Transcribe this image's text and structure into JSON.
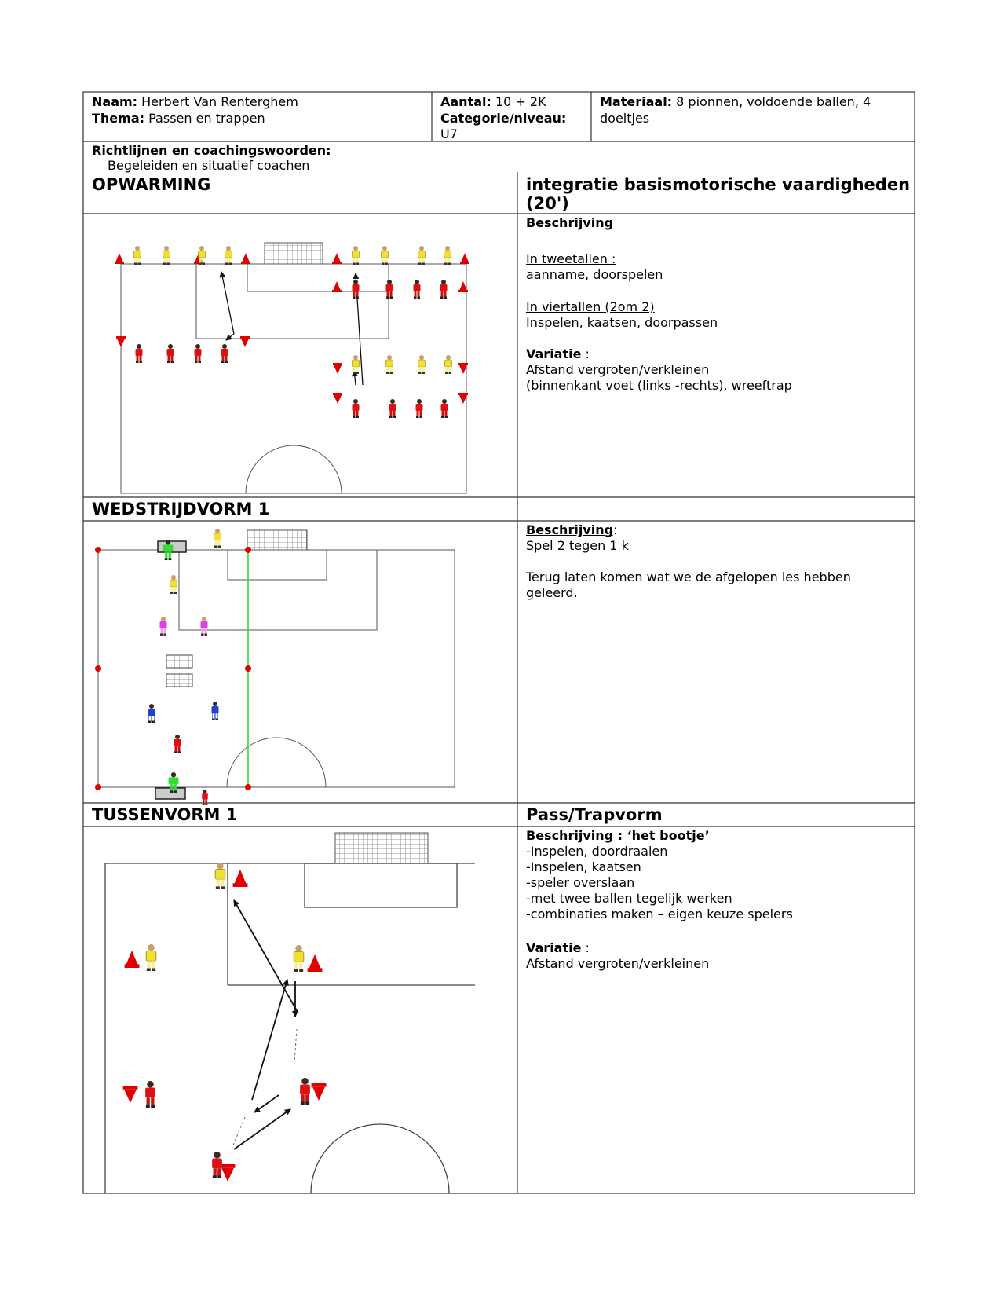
{
  "header": {
    "naam_label": "Naam:",
    "naam_value": " Herbert Van Renterghem",
    "thema_label": "Thema:",
    "thema_value": " Passen en trappen",
    "aantal_label": "Aantal:",
    "aantal_value": " 10 + 2K",
    "categorie_label": "Categorie/niveau:",
    "categorie_value": "U7",
    "materiaal_label": "Materiaal:",
    "materiaal_value": " 8 pionnen, voldoende ballen, 4",
    "materiaal_value2": "doeltjes",
    "richtlijnen_label": "Richtlijnen en coachingswoorden:",
    "richtlijnen_value": "Begeleiden en situatief coachen"
  },
  "sections": {
    "opwarming": {
      "title": "OPWARMING",
      "right_title": "integratie basismotorische vaardigheden (20')",
      "desc_heading": "Beschrijving",
      "group1_heading": "In tweetallen :",
      "group1_text": "aanname, doorspelen",
      "group2_heading": "In viertallen (2om 2)",
      "group2_text": "Inspelen, kaatsen, doorpassen",
      "variatie_label": "Variatie",
      "variatie_colon": " :",
      "variatie_line1": "Afstand vergroten/verkleinen",
      "variatie_line2": "(binnenkant voet (links -rechts), wreeftrap"
    },
    "wedstrijdvorm": {
      "title": "WEDSTRIJDVORM 1",
      "right_title": "",
      "desc_heading": "Beschrijving",
      "desc_colon": ":",
      "line1": "Spel 2 tegen 1 k",
      "line2": "Terug laten komen wat we de afgelopen les hebben",
      "line3": "geleerd."
    },
    "tussenvorm": {
      "title": "TUSSENVORM 1",
      "right_title": "Pass/Trapvorm",
      "desc_heading": "Beschrijving : ‘het bootje’",
      "items": [
        "-Inspelen, doordraaien",
        "-Inspelen, kaatsen",
        "-speler overslaan",
        "-met twee ballen tegelijk werken",
        "-combinaties maken – eigen keuze spelers"
      ],
      "variatie_label": "Variatie",
      "variatie_colon": " :",
      "variatie_line1": "Afstand vergroten/verkleinen"
    }
  },
  "colors": {
    "line": "#555555",
    "cone": "#e00000",
    "yellow": "#f0e030",
    "red": "#dd1111",
    "magenta": "#e040e0",
    "blue": "#2040d0",
    "green": "#33dd33"
  },
  "icons": {
    "player": "player-icon",
    "cone": "cone-icon",
    "goal": "goal-icon",
    "arrow": "pass-arrow-icon"
  }
}
